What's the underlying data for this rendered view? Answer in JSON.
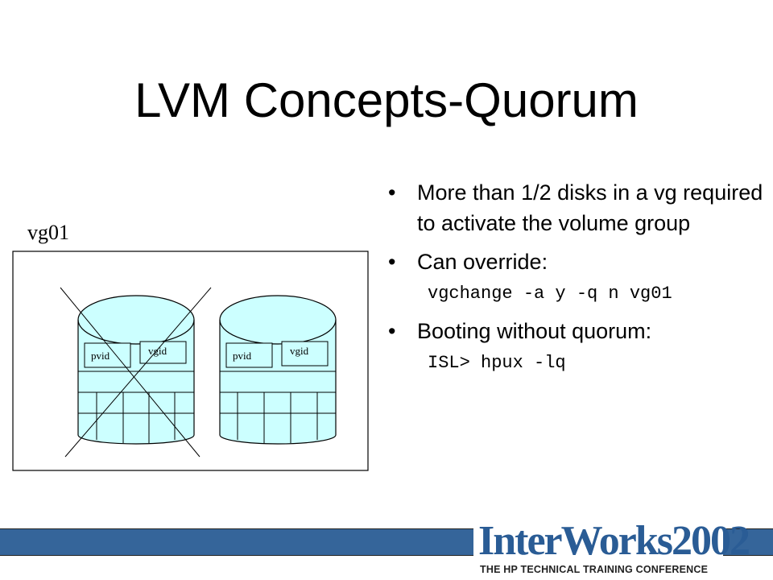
{
  "slide": {
    "title": "LVM Concepts-Quorum",
    "vg_label": "vg01"
  },
  "diagram": {
    "disk1": {
      "pvid": "pvid",
      "vgid": "vgid"
    },
    "disk2": {
      "pvid": "pvid",
      "vgid": "vgid"
    },
    "disk_fill": "#ccffff"
  },
  "bullets": {
    "b1": "More than 1/2 disks in a vg required to activate the volume group",
    "b2": "Can override:",
    "b2_cmd": "vgchange -a y -q n vg01",
    "b3": "Booting without quorum:",
    "b3_cmd": "ISL> hpux -lq",
    "marker": "•"
  },
  "footer": {
    "logo_main": "InterWorks2002",
    "logo_sub": "THE HP TECHNICAL TRAINING CONFERENCE",
    "bar_color": "#35659a"
  }
}
